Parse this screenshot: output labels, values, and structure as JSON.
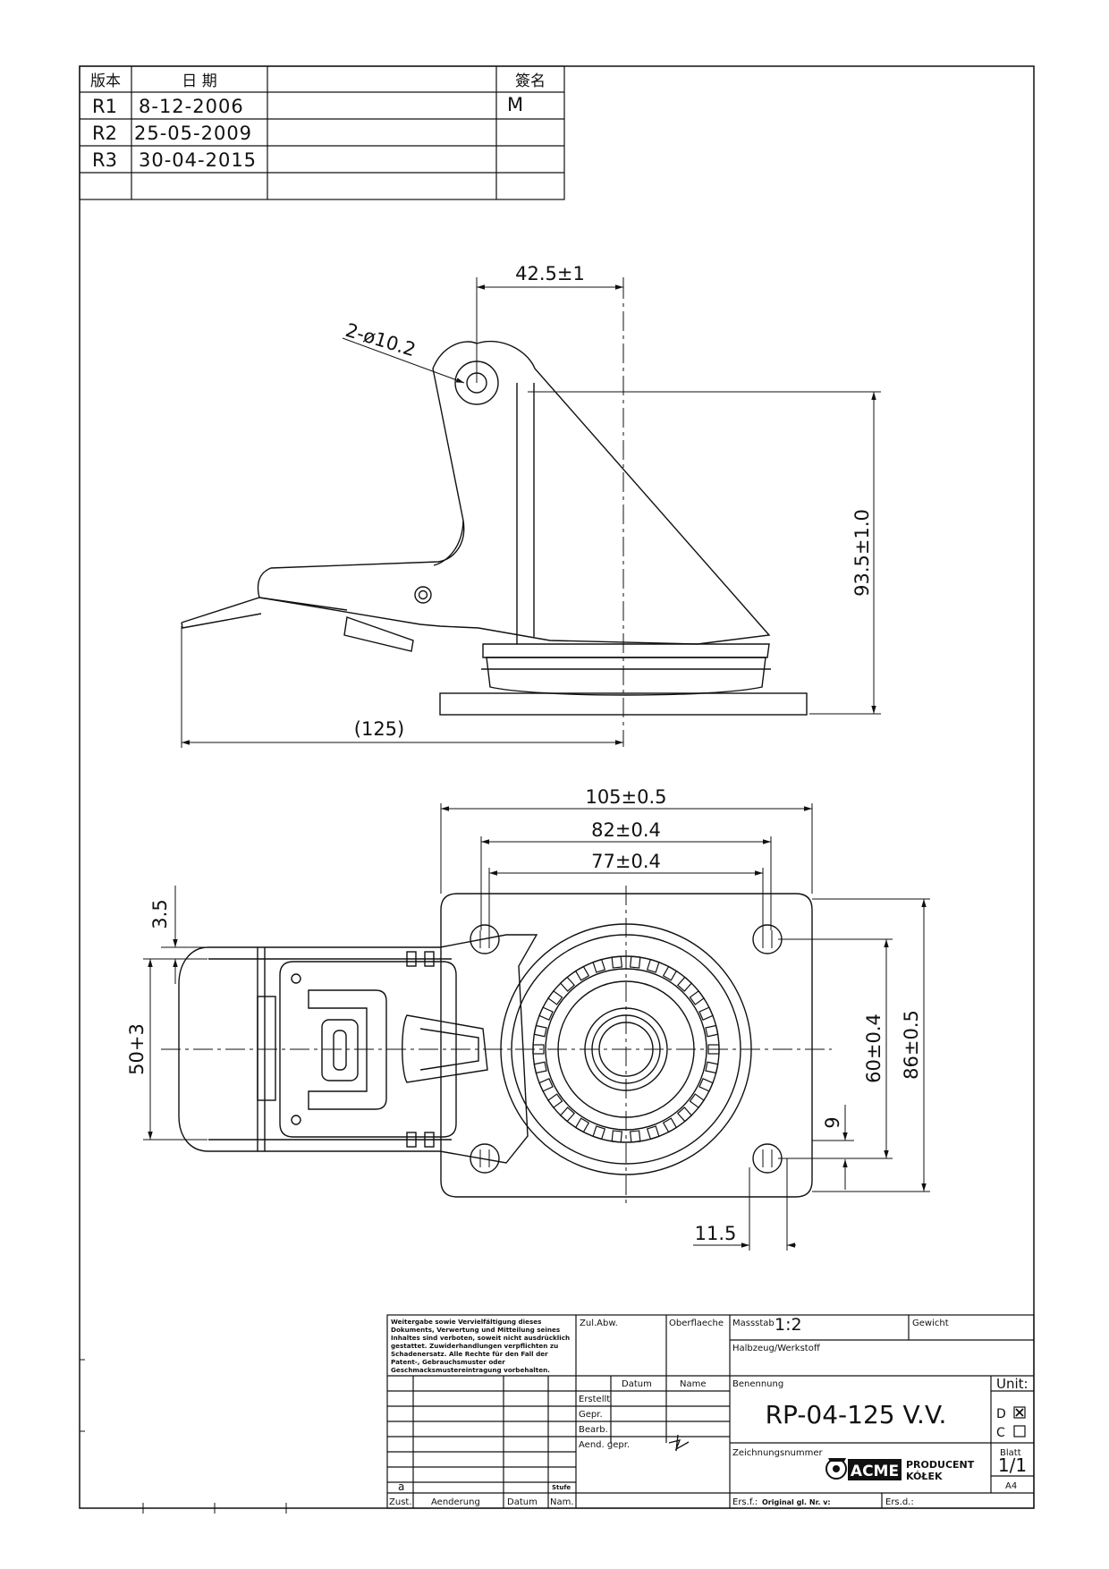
{
  "revision_table": {
    "headers": [
      "版本",
      "日 期",
      "",
      "簽名"
    ],
    "rows": [
      {
        "rev": "R1",
        "date": "8-12-2006",
        "note": "",
        "sign": "M"
      },
      {
        "rev": "R2",
        "date": "25-05-2009",
        "note": "",
        "sign": ""
      },
      {
        "rev": "R3",
        "date": "30-04-2015",
        "note": "",
        "sign": ""
      },
      {
        "rev": "",
        "date": "",
        "note": "",
        "sign": ""
      }
    ]
  },
  "side_view": {
    "dim_offset": "42.5±1",
    "dim_hole": "2-ø10.2",
    "dim_height": "93.5±1.0",
    "dim_length": "(125)"
  },
  "top_view": {
    "dim_width": "105±0.5",
    "dim_82": "82±0.4",
    "dim_77": "77±0.4",
    "dim_35": "3.5",
    "dim_50": "50+3",
    "dim_60": "60±0.4",
    "dim_86": "86±0.5",
    "dim_9": "9",
    "dim_115": "11.5"
  },
  "title_block": {
    "notice": "Weitergabe sowie Vervielfältigung dieses Dokuments, Verwertung und Mitteilung seines Inhaltes sind verboten, soweit nicht ausdrücklich gestattet. Zuwiderhandlungen verpflichten zu Schadenersatz. Alle Rechte für den Fall der Patent-, Gebrauchsmuster oder Geschmacksmustereintragung vorbehalten.",
    "zul_abw": "Zul.Abw.",
    "oberflaeche": "Oberflaeche",
    "massstab_label": "Massstab",
    "massstab_value": "1:2",
    "gewicht": "Gewicht",
    "halbzeug": "Halbzeug/Werkstoff",
    "datum": "Datum",
    "name": "Name",
    "benennung": "Benennung",
    "unit": "Unit:",
    "erstellt": "Erstellt",
    "gepr": "Gepr.",
    "bearb": "Bearb.",
    "aend_gepr": "Aend. gepr.",
    "part_name": "RP-04-125 V.V.",
    "zeichnungsnummer": "Zeichnungsnummer",
    "blatt_label": "Blatt",
    "blatt_value": "1/1",
    "format": "A4",
    "unit_d": "D",
    "unit_c": "C",
    "revision_letter": "a",
    "stufe": "Stufe",
    "zust": "Zust.",
    "aenderung": "Aenderung",
    "datum2": "Datum",
    "nam": "Nam.",
    "ers_f": "Ers.f.:",
    "original": "Original gl. Nr. v:",
    "ers_d": "Ers.d.:",
    "logo_text": "ACME",
    "company_line1": "PRODUCENT",
    "company_line2": "KÓŁEK"
  }
}
